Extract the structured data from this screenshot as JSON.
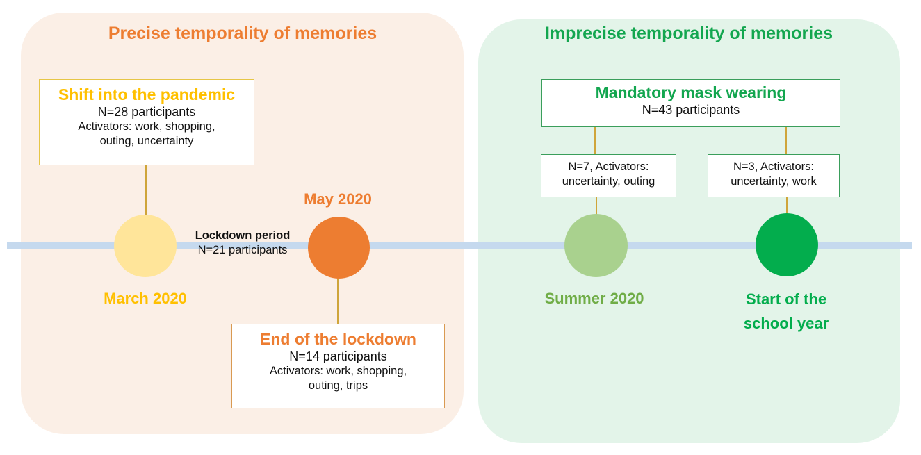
{
  "panels": {
    "left_title": "Precise temporality of memories",
    "right_title": "Imprecise temporality of memories"
  },
  "events": {
    "shift": {
      "title": "Shift into the pandemic",
      "count": "N=28 participants",
      "activators_1": "Activators: work, shopping,",
      "activators_2": "outing, uncertainty"
    },
    "lockdown_period": {
      "title": "Lockdown period",
      "count": "N=21 participants"
    },
    "end_lockdown": {
      "title": "End of the lockdown",
      "count": "N=14 participants",
      "activators_1": "Activators: work, shopping,",
      "activators_2": "outing, trips"
    },
    "mask": {
      "title": "Mandatory mask wearing",
      "count": "N=43 participants",
      "sub_summer_1": "N=7, Activators:",
      "sub_summer_2": "uncertainty, outing",
      "sub_school_1": "N=3, Activators:",
      "sub_school_2": "uncertainty, work"
    }
  },
  "timepoints": {
    "march": "March 2020",
    "may": "May 2020",
    "summer": "Summer 2020",
    "school_1": "Start of the",
    "school_2": "school year"
  },
  "colors": {
    "precise_bg": "#fbefe6",
    "imprecise_bg": "#e3f4e9",
    "timeline": "#c5d9ee",
    "march": "#ffe59a",
    "may": "#ed7d31",
    "summer": "#a9d18e",
    "school": "#03ad4d",
    "accent_orange": "#ed7d31",
    "accent_green": "#13a64f",
    "accent_yellow": "#ffc000"
  }
}
